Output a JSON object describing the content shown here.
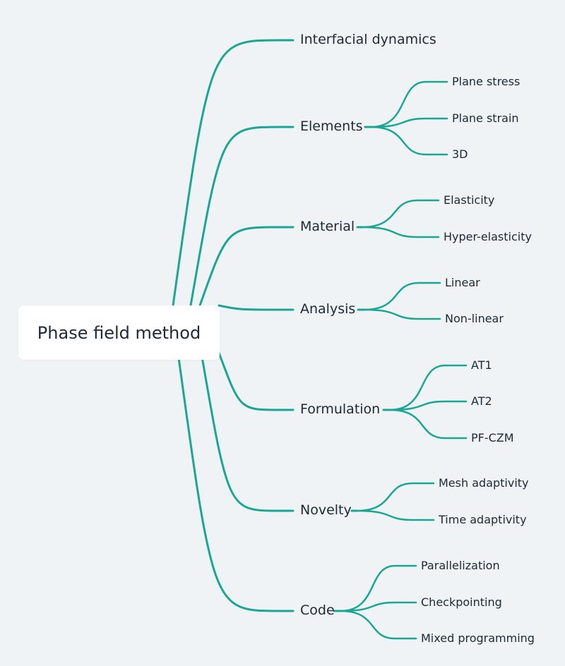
{
  "root": {
    "label": "Phase field method"
  },
  "branches": [
    {
      "label": "Interfacial dynamics",
      "children": []
    },
    {
      "label": "Elements",
      "children": [
        "Plane stress",
        "Plane strain",
        "3D"
      ]
    },
    {
      "label": "Material",
      "children": [
        "Elasticity",
        "Hyper-elasticity"
      ]
    },
    {
      "label": "Analysis",
      "children": [
        "Linear",
        "Non-linear"
      ]
    },
    {
      "label": "Formulation",
      "children": [
        "AT1",
        "AT2",
        "PF-CZM"
      ]
    },
    {
      "label": "Novelty",
      "children": [
        "Mesh adaptivity",
        "Time adaptivity"
      ]
    },
    {
      "label": "Code",
      "children": [
        "Parallelization",
        "Checkpointing",
        "Mixed programming"
      ]
    }
  ],
  "colors": {
    "connector": "#1aa693",
    "background": "#eff3f6",
    "root_fill": "#ffffff",
    "text": "#1f2836"
  }
}
